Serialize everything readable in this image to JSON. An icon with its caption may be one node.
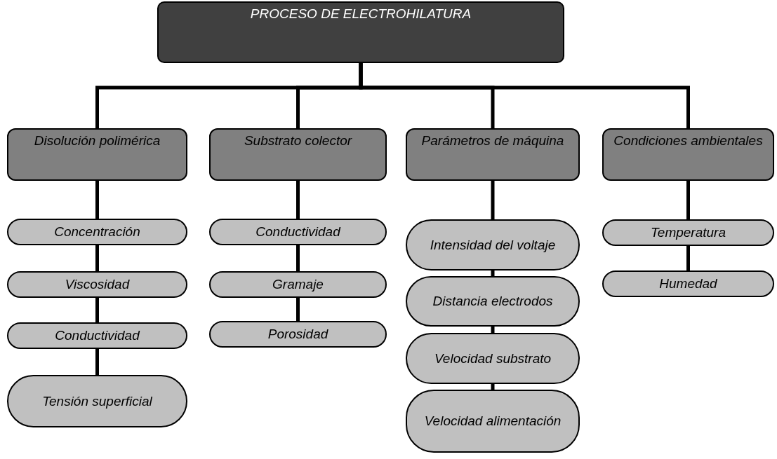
{
  "diagram": {
    "nodes": [
      {
        "text": [
          "PROCESO DE ELECTROHILATURA"
        ]
      },
      {
        "text": [
          "Disolución polimérica"
        ]
      },
      {
        "text": [
          "Substrato colector"
        ]
      },
      {
        "text": [
          "Parámetros de máquina"
        ]
      },
      {
        "text": [
          "Condiciones ambientales"
        ]
      },
      {
        "text": [
          "Concentración"
        ]
      },
      {
        "text": [
          "Viscosidad"
        ]
      },
      {
        "text": [
          "Conductividad"
        ]
      },
      {
        "text": [
          "Tensión superficial"
        ]
      },
      {
        "text": [
          "Conductividad"
        ]
      },
      {
        "text": [
          "Gramaje"
        ]
      },
      {
        "text": [
          "Porosidad"
        ]
      },
      {
        "text": [
          "Intensidad del voltaje"
        ]
      },
      {
        "text": [
          "Distancia electrodos"
        ]
      },
      {
        "text": [
          "Velocidad substrato"
        ]
      },
      {
        "text": [
          "Velocidad alimentación"
        ]
      },
      {
        "text": [
          "Temperatura"
        ]
      },
      {
        "text": [
          "Humedad"
        ]
      }
    ],
    "edges": [
      {
        "from": 0,
        "to": 1,
        "arrow": "none"
      },
      {
        "from": 0,
        "to": 2,
        "arrow": "none"
      },
      {
        "from": 0,
        "to": 3,
        "arrow": "none"
      },
      {
        "from": 0,
        "to": 4,
        "arrow": "none"
      },
      {
        "from": 1,
        "to": 5,
        "arrow": "none"
      },
      {
        "from": 5,
        "to": 6,
        "arrow": "none"
      },
      {
        "from": 6,
        "to": 7,
        "arrow": "none"
      },
      {
        "from": 7,
        "to": 8,
        "arrow": "none"
      },
      {
        "from": 2,
        "to": 9,
        "arrow": "none"
      },
      {
        "from": 9,
        "to": 10,
        "arrow": "none"
      },
      {
        "from": 10,
        "to": 11,
        "arrow": "none"
      },
      {
        "from": 3,
        "to": 12,
        "arrow": "none"
      },
      {
        "from": 12,
        "to": 13,
        "arrow": "none"
      },
      {
        "from": 13,
        "to": 14,
        "arrow": "none"
      },
      {
        "from": 14,
        "to": 15,
        "arrow": "none"
      },
      {
        "from": 4,
        "to": 16,
        "arrow": "none"
      },
      {
        "from": 16,
        "to": 17,
        "arrow": "none"
      }
    ]
  }
}
